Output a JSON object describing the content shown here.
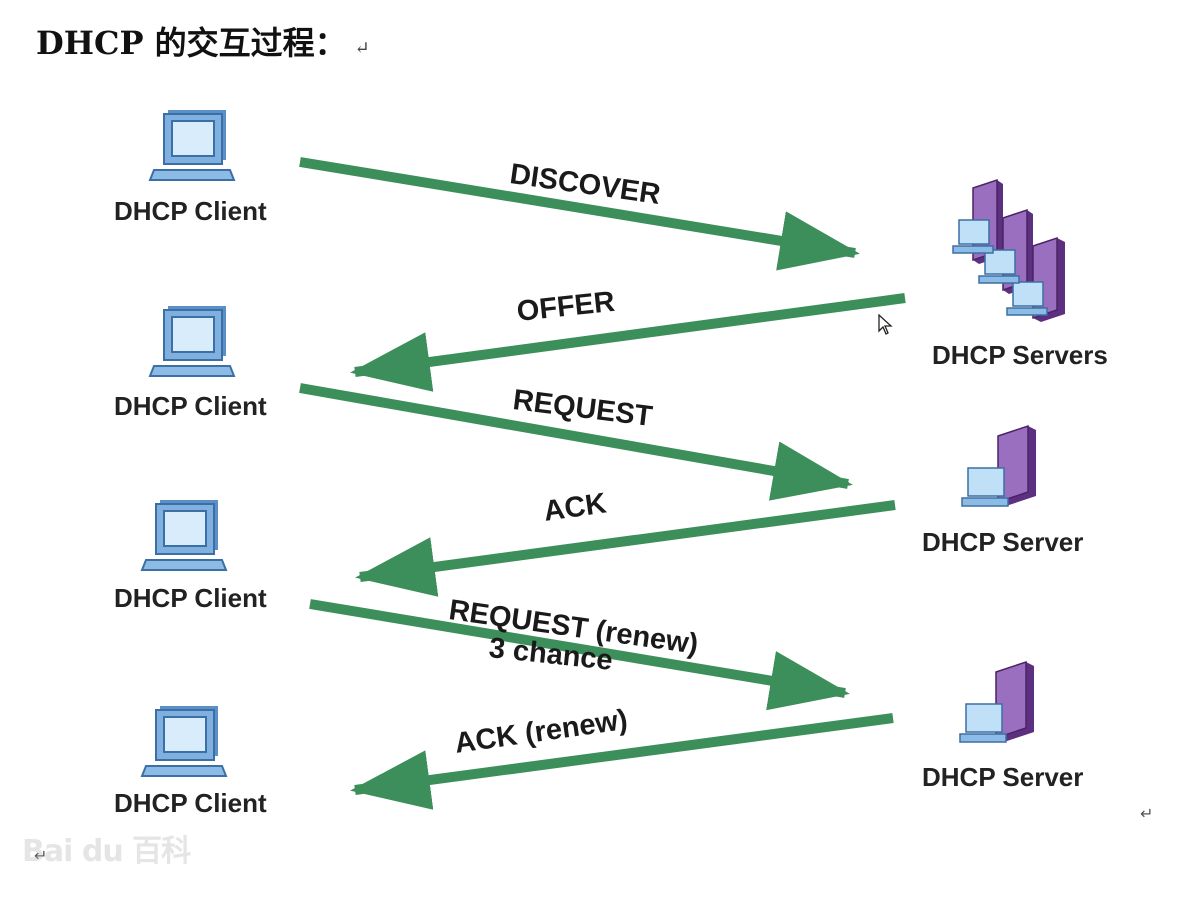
{
  "title": "DHCP 的交互过程：",
  "title_mark": "↵",
  "return_mark": "↵",
  "watermark": "Bai du 百科",
  "colors": {
    "arrow": "#3c8f5a",
    "client": "#6fa8dc",
    "server": "#7b4a9e"
  },
  "nodes": {
    "client1": "DHCP Client",
    "client2": "DHCP Client",
    "client3": "DHCP Client",
    "client4": "DHCP Client",
    "servers": "DHCP Servers",
    "server1": "DHCP Server",
    "server2": "DHCP Server"
  },
  "messages": {
    "discover": "DISCOVER",
    "offer": "OFFER",
    "request": "REQUEST",
    "ack": "ACK",
    "request_renew": "REQUEST (renew)",
    "chance": "3 chance",
    "ack_renew": "ACK (renew)"
  },
  "icons": {
    "client": "computer-icon",
    "server": "server-icon",
    "cursor": "mouse-cursor-icon"
  }
}
